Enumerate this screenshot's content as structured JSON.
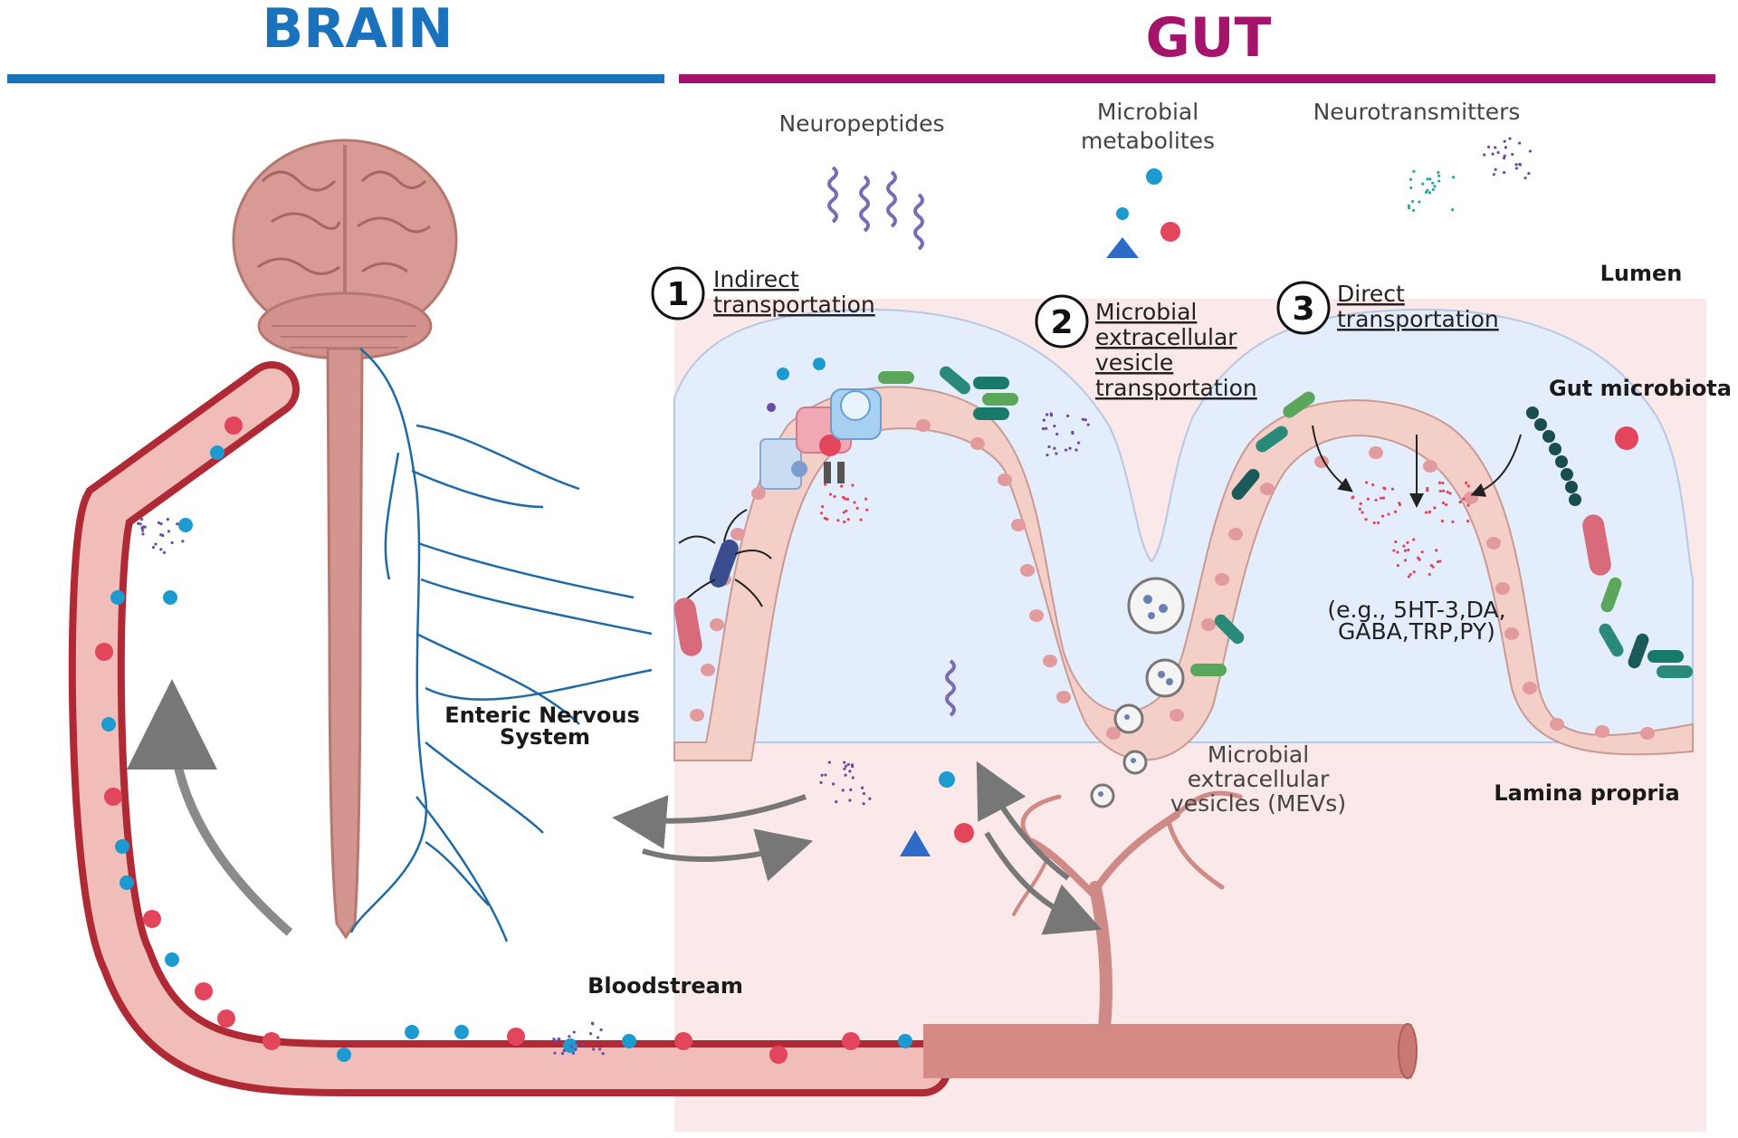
{
  "headers": {
    "brain": "BRAIN",
    "gut": "GUT"
  },
  "colors": {
    "brain_blue": "#1a72bc",
    "gut_magenta": "#a3146a",
    "lumen_blue": "#e4edfb",
    "lamina_pink": "#fbe8e8",
    "cell_pink": "#f3cfc8",
    "nucleus": "#e29a9c",
    "vessel_red": "#b02a35",
    "nerve_blue": "#1f6aa6",
    "brain_tissue": "#d89b94",
    "metabolite_blue": "#1d9bd0",
    "metabolite_red": "#e3465c",
    "triangle_blue": "#2e6bc9"
  },
  "top_labels": {
    "neuropeptides": "Neuropeptides",
    "microbial_metabolites_line1": "Microbial",
    "microbial_metabolites_line2": "metabolites",
    "neurotransmitters": "Neurotransmitters"
  },
  "region_labels": {
    "lumen": "Lumen",
    "gut_microbiota": "Gut microbiota",
    "lamina_propria": "Lamina propria",
    "enteric_line1": "Enteric Nervous",
    "enteric_line2": "System",
    "bloodstream": "Bloodstream"
  },
  "steps": [
    {
      "number": "1",
      "lines": [
        "Indirect",
        "transportation"
      ]
    },
    {
      "number": "2",
      "lines": [
        "Microbial",
        "extracellular",
        "vesicle",
        "transportation"
      ]
    },
    {
      "number": "3",
      "lines": [
        "Direct",
        "transportation"
      ]
    }
  ],
  "examples": {
    "line1": "(e.g., 5HT-3,DA,",
    "line2": "GABA,TRP,PY)"
  },
  "mev_label": {
    "line1": "Microbial",
    "line2": "extracellular",
    "line3": "vesicles (MEVs)"
  },
  "icons": {
    "brain": "brain-icon",
    "spinal_cord": "spinal-cord-icon",
    "nerves": "nerve-network-icon",
    "blood_vessel": "blood-vessel-icon",
    "capillary": "capillary-tree-icon",
    "bacteria": "bacteria-icon",
    "vesicle": "vesicle-icon",
    "neuropeptide": "neuropeptide-icon",
    "arrow": "arrow-icon"
  }
}
